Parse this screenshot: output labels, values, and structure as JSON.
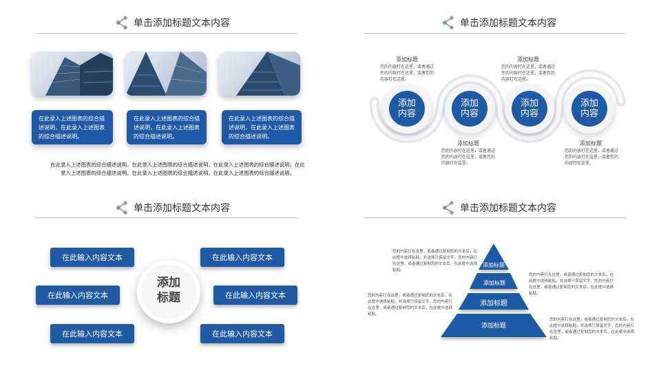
{
  "q1": {
    "title": "单击添加标题文本内容",
    "boxes": [
      "在此录入上述图表的综合描述说明，在此录入上述图表的综合描述说明。",
      "在此录入上述图表的综合描述说明，在此录入上述图表的综合描述说明。",
      "在此录入上述图表的综合描述说明，在此录入上述图表的综合描述说明。"
    ],
    "paragraph_line1": "在此录入上述图表的综合描述说明，在此录入上述图表的综合描述说明，在此录入上述图表的综合描述说明，在此",
    "paragraph_line2": "录入上述图表的综合描述说明。在此录入上述图表的综合描述说明，在此录入上述图表的综合描述说明。"
  },
  "q2": {
    "title": "单击添加标题文本内容",
    "circles": [
      "添加内容",
      "添加内容",
      "添加内容",
      "添加内容"
    ],
    "labels": [
      {
        "title": "添加标题",
        "text": "您的内容打在这里，或者通过您的内容打在这里，或者您的内容打在这里。"
      },
      {
        "title": "添加标题",
        "text": "您的内容打在这里，或者通过您的内容打在这里，或者您的内容打在这里。"
      },
      {
        "title": "添加标题",
        "text": "您的内容打在这里，或者通过您的内容打在这里，或者您的内容打在这里。"
      },
      {
        "title": "添加标题",
        "text": "您的内容打在这里，或者通过您的内容打在这里，或者您的内容打在这里。"
      }
    ]
  },
  "q3": {
    "title": "单击添加标题文本内容",
    "center": "添加标题",
    "pills": [
      "在此输入内容文本",
      "在此输入内容文本",
      "在此输入内容文本",
      "在此输入内容文本",
      "在此输入内容文本",
      "在此输入内容文本"
    ]
  },
  "q4": {
    "title": "单击添加标题文本内容",
    "tiers": [
      "添加标题",
      "添加标题",
      "添加标题",
      "添加标题"
    ],
    "notes": [
      "您的内容打在这里，或者通过复制您的文本后，在此框中选择粘贴，并选择只保留文字。您的内容打在这里，或者通过复制您的文本后，在此框中选择粘贴。",
      "您的内容打在这里，或者通过复制您的文本后，在此框中选择粘贴，并选择只保留文字。您的内容打在这里，或者通过复制您的文本后，在此框中选择粘贴。",
      "您的内容打在这里，或者通过复制您的文本后，在此框中选择粘贴，并选择只保留文字。您的内容打在这里，或者通过复制您的文本后，在此框中选择粘贴。",
      "您的内容打在这里，或者通过复制您的文本后，在此框中选择粘贴，并选择只保留文字。您的内容打在这里，或者通过复制您的文本后，在此框中选择粘贴。"
    ]
  },
  "colors": {
    "accent": "#1f5aa6",
    "line": "#bfc4cc"
  }
}
